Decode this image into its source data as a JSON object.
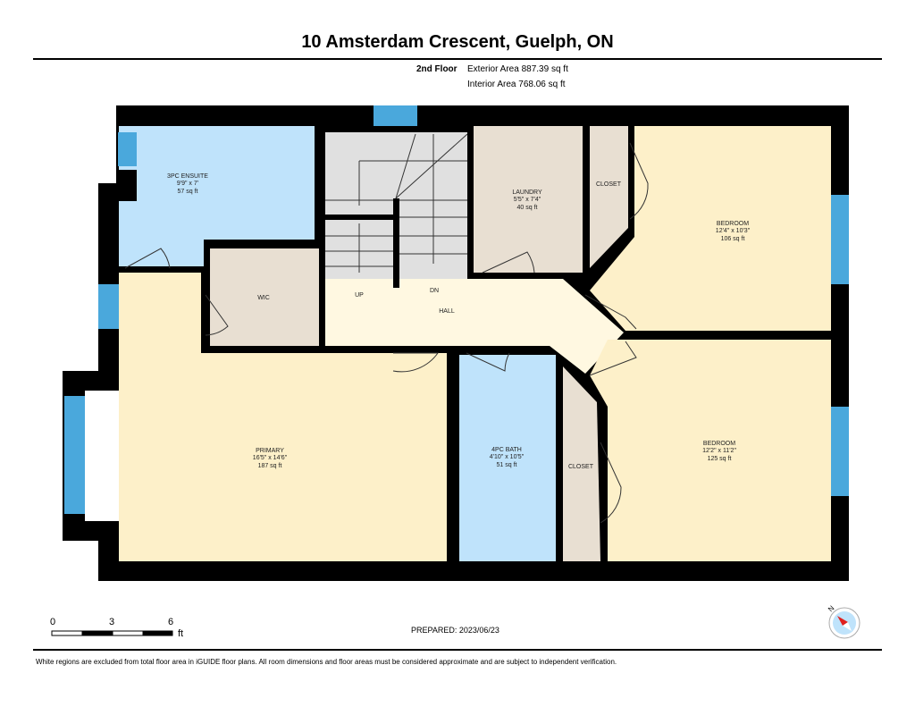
{
  "header": {
    "title": "10 Amsterdam Crescent, Guelph, ON"
  },
  "floor": {
    "name": "2nd Floor",
    "exterior_area": "Exterior Area 887.39 sq ft",
    "interior_area": "Interior Area 768.06 sq ft"
  },
  "rooms": [
    {
      "name": "3PC ENSUITE",
      "dims": "9'9\" x 7'",
      "area": "57 sq ft"
    },
    {
      "name": "LAUNDRY",
      "dims": "5'5\" x 7'4\"",
      "area": "40 sq ft"
    },
    {
      "name": "CLOSET"
    },
    {
      "name": "BEDROOM",
      "dims": "12'4\" x 10'3\"",
      "area": "106 sq ft"
    },
    {
      "name": "WIC"
    },
    {
      "name": "HALL"
    },
    {
      "name": "PRIMARY",
      "dims": "16'5\" x 14'6\"",
      "area": "187 sq ft"
    },
    {
      "name": "4PC BATH",
      "dims": "4'10\" x 10'5\"",
      "area": "51 sq ft"
    },
    {
      "name": "CLOSET"
    },
    {
      "name": "BEDROOM",
      "dims": "12'2\" x 11'2\"",
      "area": "125 sq ft"
    }
  ],
  "stairs": {
    "up": "UP",
    "down": "DN"
  },
  "scale": {
    "ticks": [
      "0",
      "3",
      "6"
    ],
    "unit": "ft"
  },
  "compass": {
    "label": "N"
  },
  "prepared": "PREPARED: 2023/06/23",
  "footer": "White regions are excluded from total floor area in iGUIDE floor plans. All room dimensions and floor areas must be considered approximate and are subject to independent verification.",
  "colors": {
    "wall": "#000000",
    "blue_room": "#bfe3fb",
    "beige": "#e8dfd2",
    "primary": "#fdf0c9",
    "hall": "#fff8e1",
    "stairs": "#e0e0e0",
    "window": "#4aa8dc"
  }
}
